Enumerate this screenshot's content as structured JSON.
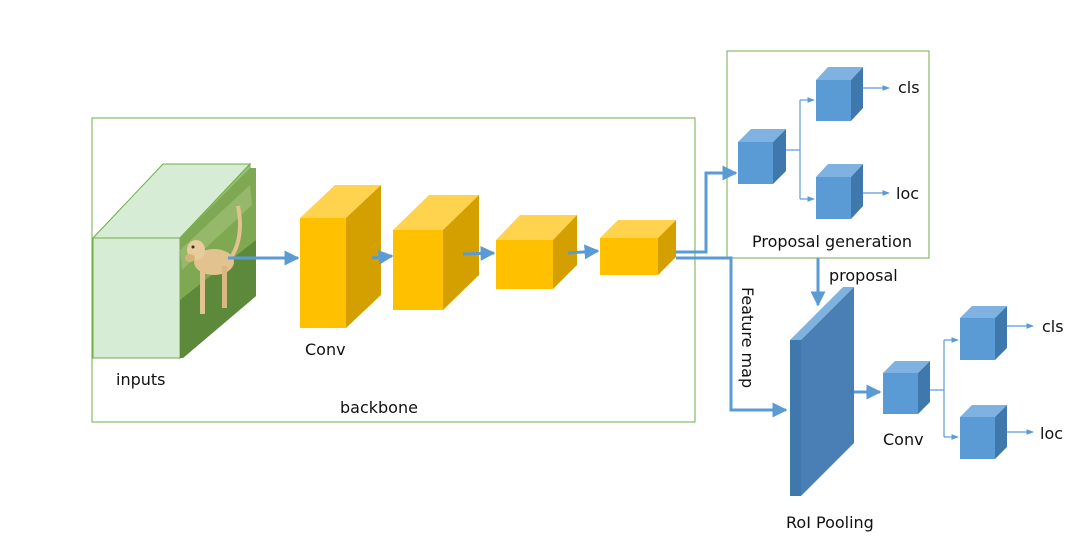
{
  "labels": {
    "inputs": "inputs",
    "conv_backbone": "Conv",
    "backbone": "backbone",
    "proposal_generation": "Proposal generation",
    "proposal": "proposal",
    "feature_map": "Feature map",
    "roi_pooling": "RoI Pooling",
    "conv_head": "Conv",
    "rpn_cls": "cls",
    "rpn_loc": "loc",
    "head_cls": "cls",
    "head_loc": "loc"
  },
  "colors": {
    "frame_border": "#70ad47",
    "input_face": "#d6ecd5",
    "conv_front": "#ffc000",
    "conv_top": "#ffd34d",
    "conv_side": "#d4a000",
    "blue_front": "#5b9bd5",
    "blue_top": "#7fb2e0",
    "blue_side": "#3f78ad",
    "arrow": "#5b9bd5"
  },
  "icons": {
    "input_image": "dog-photo-icon"
  }
}
